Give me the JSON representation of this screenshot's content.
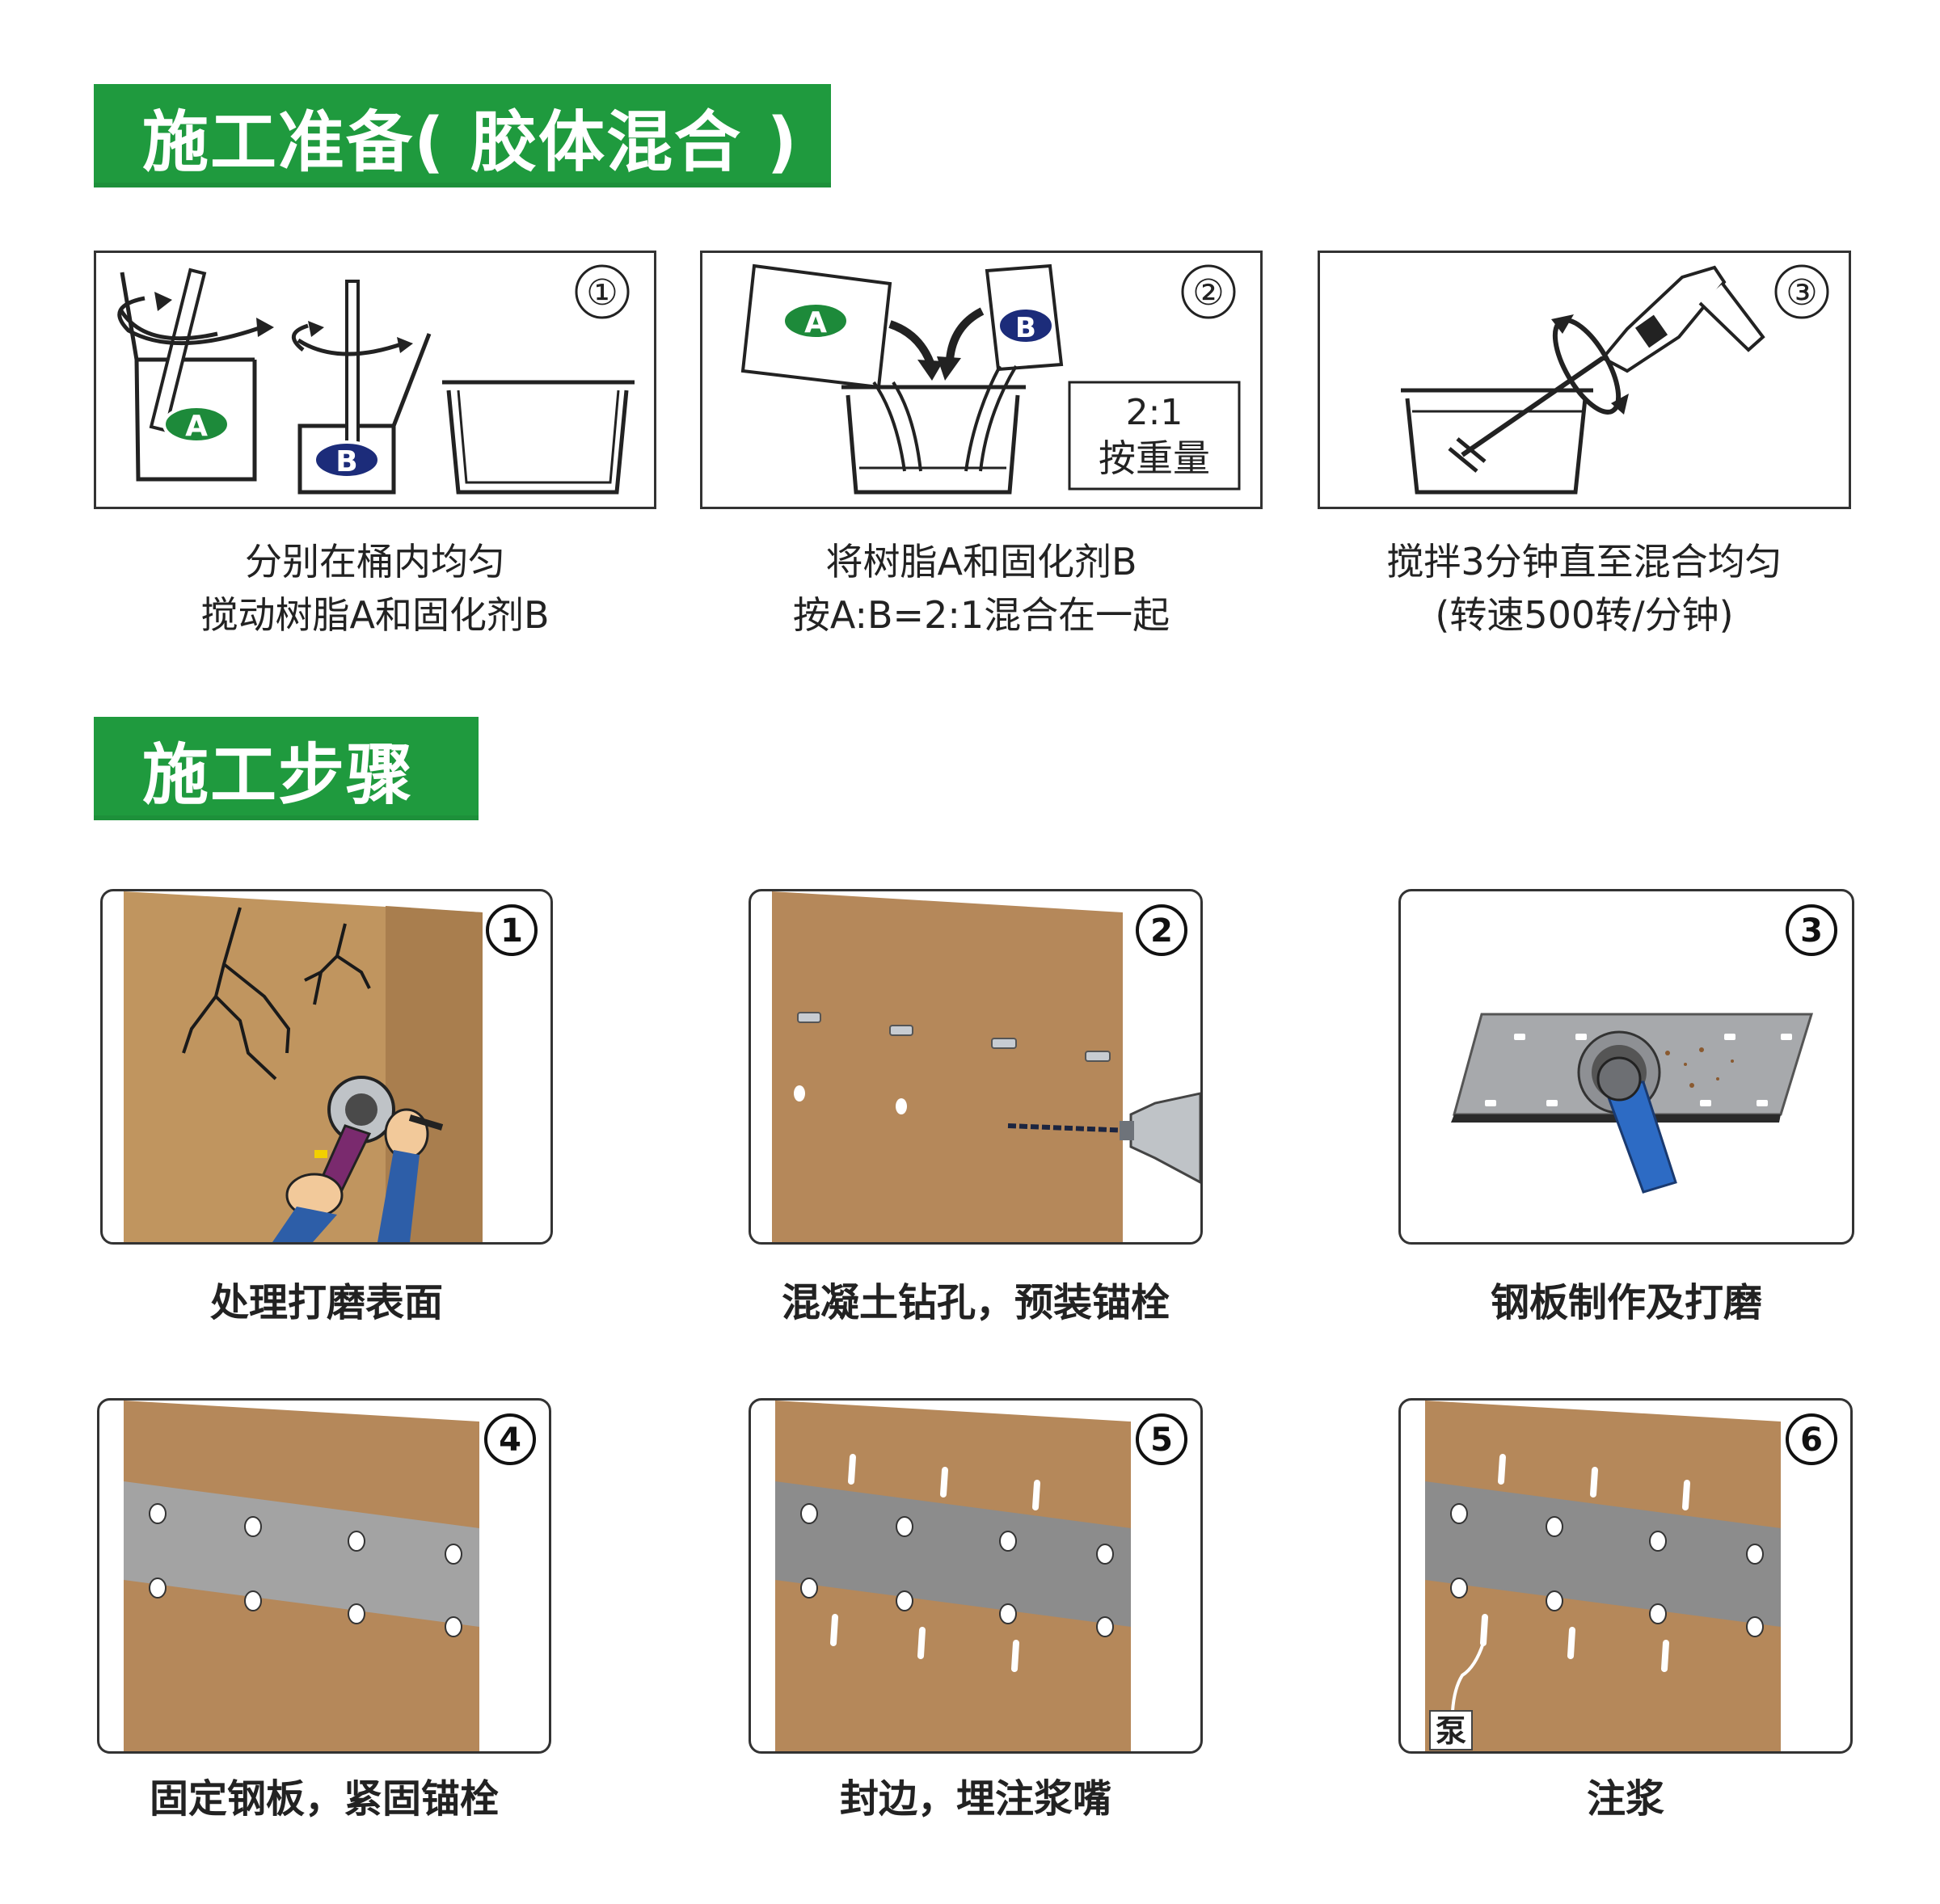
{
  "sections": {
    "prep": {
      "title": "施工准备( 胶体混合 )"
    },
    "steps": {
      "title": "施工步骤"
    }
  },
  "prep_panels": [
    {
      "number": "①",
      "label_a": "A",
      "label_b": "B",
      "caption_line1": "分别在桶内均匀",
      "caption_line2": "搅动树脂A和固化剂B"
    },
    {
      "number": "②",
      "label_a": "A",
      "label_b": "B",
      "ratio_line1": "2:1",
      "ratio_line2": "按重量",
      "caption_line1": "将树脂A和固化剂B",
      "caption_line2": "按A:B=2:1混合在一起"
    },
    {
      "number": "③",
      "caption_line1": "搅拌3分钟直至混合均匀",
      "caption_line2": "(转速500转/分钟)"
    }
  ],
  "step_panels": [
    {
      "number": "1",
      "caption": "处理打磨表面"
    },
    {
      "number": "2",
      "caption": "混凝土钻孔，预装锚栓"
    },
    {
      "number": "3",
      "caption": "钢板制作及打磨"
    },
    {
      "number": "4",
      "caption": "固定钢板，紧固锚栓"
    },
    {
      "number": "5",
      "caption": "封边，埋注浆嘴"
    },
    {
      "number": "6",
      "caption": "注浆",
      "pipe_label": "泵"
    }
  ],
  "colors": {
    "banner_green": "#1f9a3e",
    "concrete": "#b5885a",
    "steel": "#8f8f8f",
    "label_a_green": "#1d8a3a",
    "label_b_navy": "#1c2c7a"
  }
}
